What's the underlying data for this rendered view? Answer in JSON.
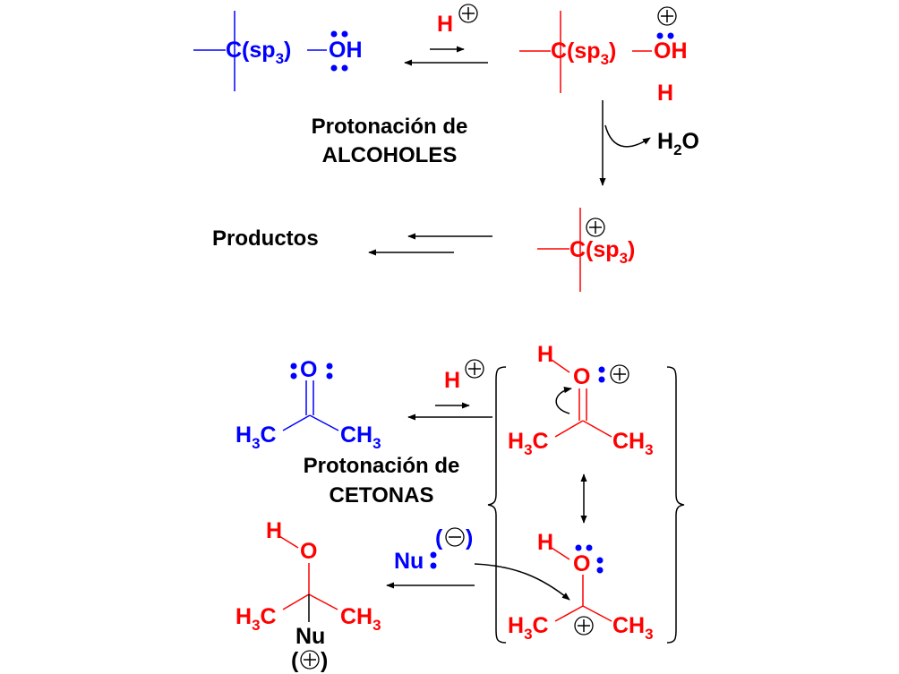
{
  "colors": {
    "reactant": "#0000ff",
    "intermediate": "#ff0000",
    "text": "#000000"
  },
  "labels": {
    "proton": "H",
    "protonation_alcohols_line1": "Protonación de",
    "protonation_alcohols_line2": "ALCOHOLES",
    "products": "Productos",
    "protonation_ketones_line1": "Protonación de",
    "protonation_ketones_line2": "CETONAS",
    "nucleophile": "Nu",
    "water_h": "H",
    "water_sub": "2",
    "water_o": "O"
  },
  "atoms": {
    "carbon_sp3_prefix": "C(sp",
    "carbon_sp3_sub": "3",
    "carbon_sp3_suffix": ")",
    "oh": "OH",
    "o": "O",
    "h": "H",
    "h3c_h": "H",
    "h3c_sub": "3",
    "h3c_c": "C",
    "ch3_ch": "CH",
    "ch3_sub": "3"
  },
  "charges": {
    "plus_icon": "plus-in-circle",
    "minus_icon": "minus-in-circle",
    "open_paren": "(",
    "close_paren": ")"
  }
}
